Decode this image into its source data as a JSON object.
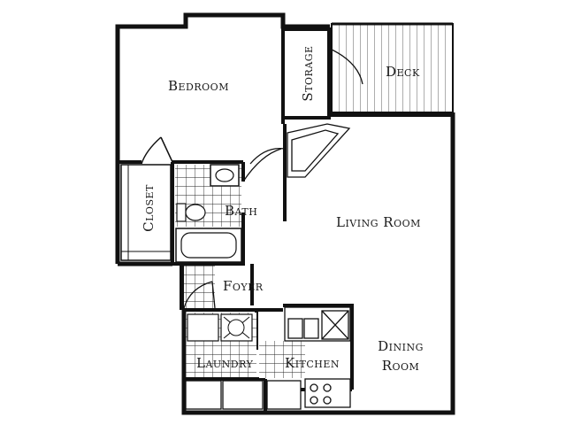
{
  "rooms": {
    "bedroom": "Bedroom",
    "storage": "Storage",
    "deck": "Deck",
    "closet": "Closet",
    "bath": "Bath",
    "living_room": "Living Room",
    "foyer": "Foyer",
    "laundry": "Laundry",
    "kitchen": "Kitchen",
    "dining_room_line1": "Dining",
    "dining_room_line2": "Room"
  }
}
